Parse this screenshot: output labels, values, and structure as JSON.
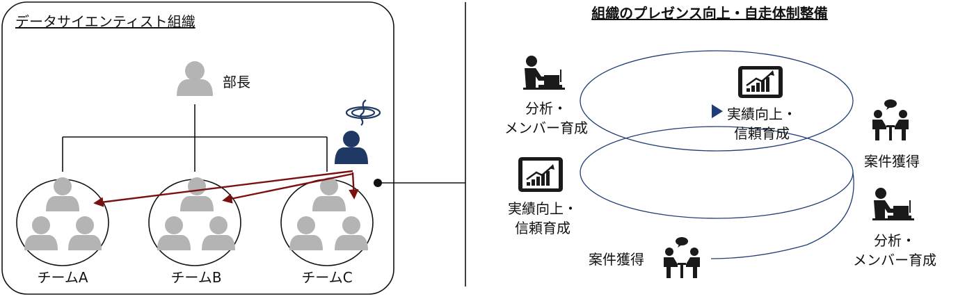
{
  "left_panel": {
    "title": "データサイエンティスト組織",
    "manager_label": "部長",
    "teams": [
      {
        "label": "チームA"
      },
      {
        "label": "チームB"
      },
      {
        "label": "チームC"
      }
    ]
  },
  "right_panel": {
    "title": "組織のプレゼンス向上・自走体制整備",
    "cycle_labels": {
      "analysis_top_left": [
        "分析・",
        "メンバー育成"
      ],
      "results_center": [
        "実績向上・",
        "信頼育成"
      ],
      "acquire_top_right": "案件獲得",
      "results_left": [
        "実績向上・",
        "信頼育成"
      ],
      "analysis_bottom_right": [
        "分析・",
        "メンバー育成"
      ],
      "acquire_bottom": "案件獲得"
    }
  },
  "colors": {
    "person_gray": "#b4b4b4",
    "leader_navy": "#1f3864",
    "arrow_red": "#7b1010",
    "spiral_navy": "#1f3e75",
    "line_black": "#111111",
    "icon_dark": "#1a1a1a"
  }
}
